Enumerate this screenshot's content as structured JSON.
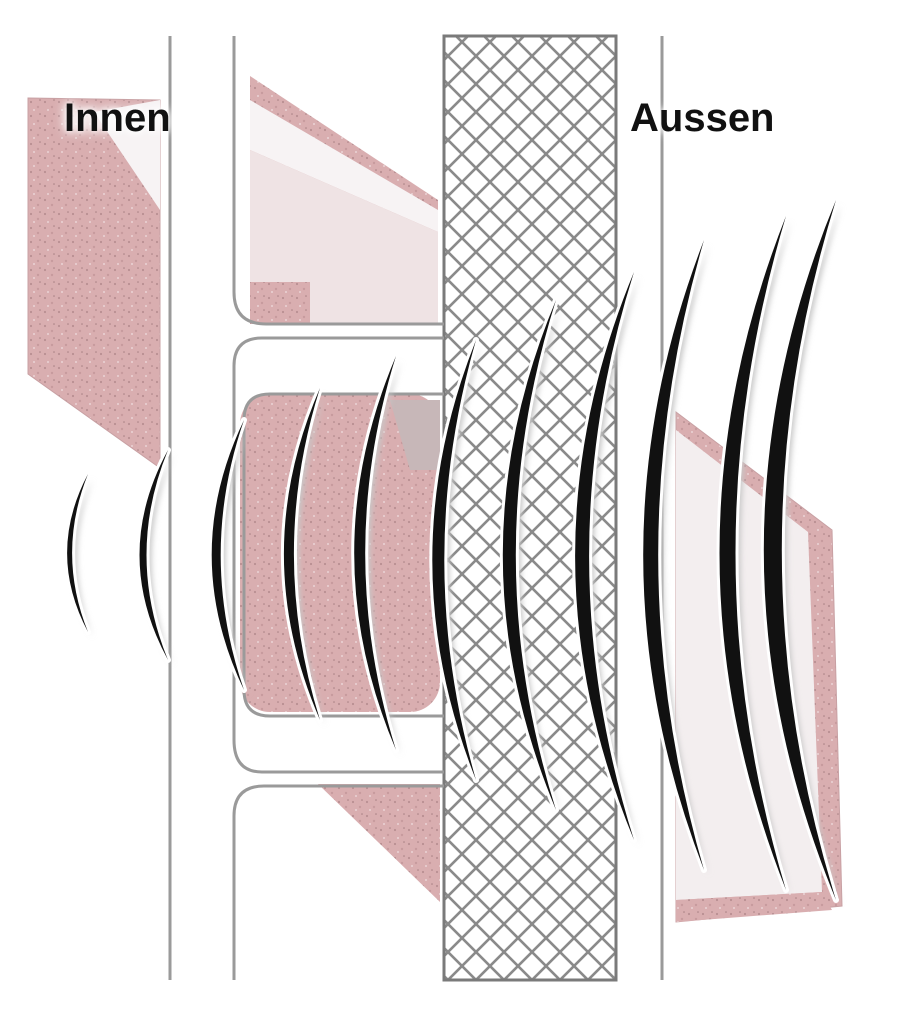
{
  "labels": {
    "inside": "Innen",
    "outside": "Aussen"
  },
  "colors": {
    "background": "#ffffff",
    "brick": "#d9aeb0",
    "brick_dark": "#b98f92",
    "brick_light": "#f0dfe0",
    "plate_white": "#f7f3f4",
    "wall_line": "#9a9a9a",
    "hatch": "#8a8a8a",
    "wave": "#111111",
    "wave_shadow": "#c8c8c8"
  },
  "sound_waves": {
    "count": 11,
    "direction": "inside-to-outside",
    "strength": "increasing"
  }
}
